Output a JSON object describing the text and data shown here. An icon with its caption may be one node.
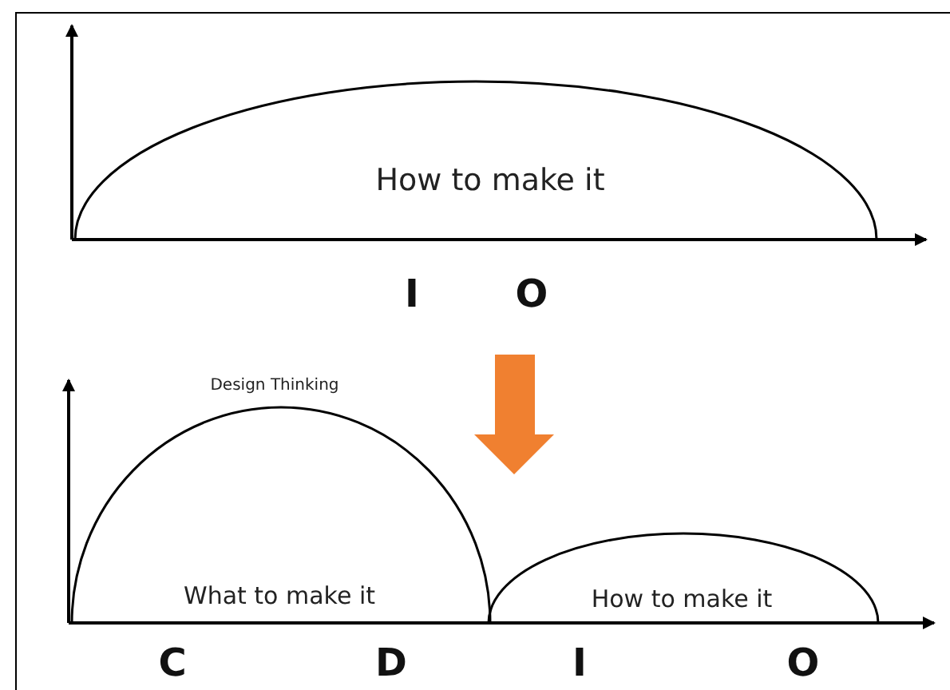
{
  "diagram": {
    "nodes": [
      {
        "text": [
          "How to make it"
        ]
      },
      {
        "text": [
          "Design Thinking",
          "What to make it"
        ]
      },
      {
        "text": [
          "How to make it"
        ]
      }
    ],
    "edges": [],
    "labels": [
      "I",
      "O",
      "C",
      "D",
      "I",
      "O"
    ]
  }
}
